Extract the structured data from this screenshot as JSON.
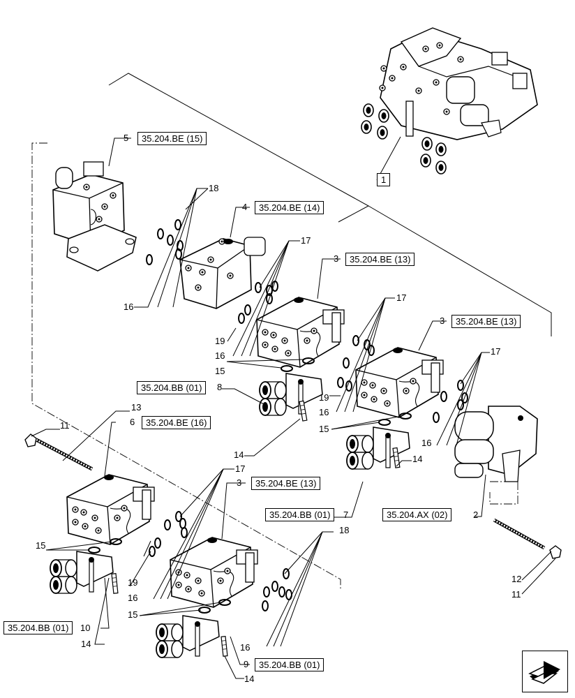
{
  "refs": {
    "r1": "1",
    "r5": "35.204.BE (15)",
    "r4": "35.204.BE (14)",
    "r3a": "35.204.BE (13)",
    "r3b": "35.204.BE (13)",
    "r8": "35.204.BB (01)",
    "r6": "35.204.BE (16)",
    "r3c": "35.204.BE (13)",
    "r7": "35.204.BB (01)",
    "r2": "35.204.AX (02)",
    "r10": "35.204.BB (01)",
    "r9": "35.204.BB (01)"
  },
  "labels": {
    "n5": "5",
    "n18a": "18",
    "n4": "4",
    "n16a": "16",
    "n17a": "17",
    "n3a": "3",
    "n19a": "19",
    "n16b": "16",
    "n15a": "15",
    "n8": "8",
    "n17b": "17",
    "n3b": "3",
    "n13": "13",
    "n11a": "11",
    "n6": "6",
    "n19b": "19",
    "n16c": "16",
    "n15b": "15",
    "n14a": "14",
    "n17c": "17",
    "n16d": "16",
    "n14b": "14",
    "n3c": "3",
    "n15c": "15",
    "n7": "7",
    "n2": "2",
    "n17d": "17",
    "n19c": "19",
    "n16e": "16",
    "n15d": "15",
    "n10": "10",
    "n14c": "14",
    "n18b": "18",
    "n16f": "16",
    "n9": "9",
    "n14d": "14",
    "n12": "12",
    "n11b": "11"
  },
  "icons": {
    "nav": "next-page-arrow-icon"
  }
}
